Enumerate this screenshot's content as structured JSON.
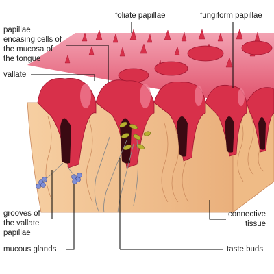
{
  "labels": {
    "foliate": "foliate papillae",
    "fungiform": "fungiform papillae",
    "encasing": [
      "papillae",
      "encasing cells of",
      "the mucosa of",
      "the tongue"
    ],
    "vallate": "vallate",
    "grooves": [
      "grooves of",
      "the vallate",
      "papillae"
    ],
    "mucous": "mucous glands",
    "connective": [
      "connective",
      "tissue"
    ],
    "taste_buds": "taste buds"
  },
  "colors": {
    "tissue": "#f3c28f",
    "tissue_line": "#c9875a",
    "papilla_red": "#d8304a",
    "papilla_pink": "#f07f95",
    "groove_dark": "#3a0a12",
    "gland_blue": "#7f8fd6",
    "bud_green": "#b7b030",
    "leader": "#000000"
  }
}
